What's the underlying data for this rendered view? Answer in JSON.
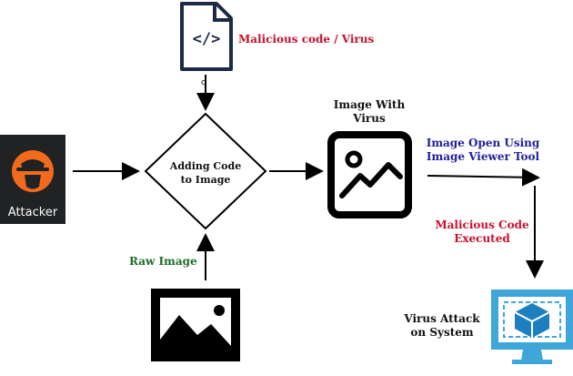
{
  "labels": {
    "malicious": "Malicious code / Virus",
    "node_c": "c",
    "adding_line1": "Adding Code",
    "adding_line2": "to Image",
    "image_with_line1": "Image With",
    "image_with_line2": "Virus",
    "open_line1": "Image Open Using",
    "open_line2": "Image Viewer Tool",
    "executed_line1": "Malicious Code",
    "executed_line2": "Executed",
    "raw_image": "Raw Image",
    "attack_line1": "Virus Attack",
    "attack_line2": "on System",
    "attacker": "Attacker",
    "code_glyph": "</>"
  },
  "colors": {
    "red": "#c8102e",
    "blue": "#1f1f9e",
    "green": "#1d6b2a",
    "attacker_orange": "#f26b1d",
    "monitor_blue": "#3ea6d8"
  },
  "icons": [
    "code-file-icon",
    "attacker-icon",
    "image-virus-icon",
    "raw-image-icon",
    "virus-system-icon"
  ]
}
